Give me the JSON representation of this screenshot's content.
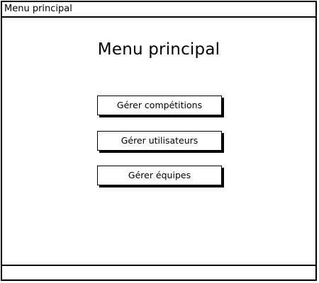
{
  "window": {
    "title": "Menu principal"
  },
  "main": {
    "heading": "Menu principal",
    "buttons": [
      {
        "label": "Gérer compétitions"
      },
      {
        "label": "Gérer utilisateurs"
      },
      {
        "label": "Gérer équipes"
      }
    ]
  },
  "status_bar": {
    "text": ""
  }
}
